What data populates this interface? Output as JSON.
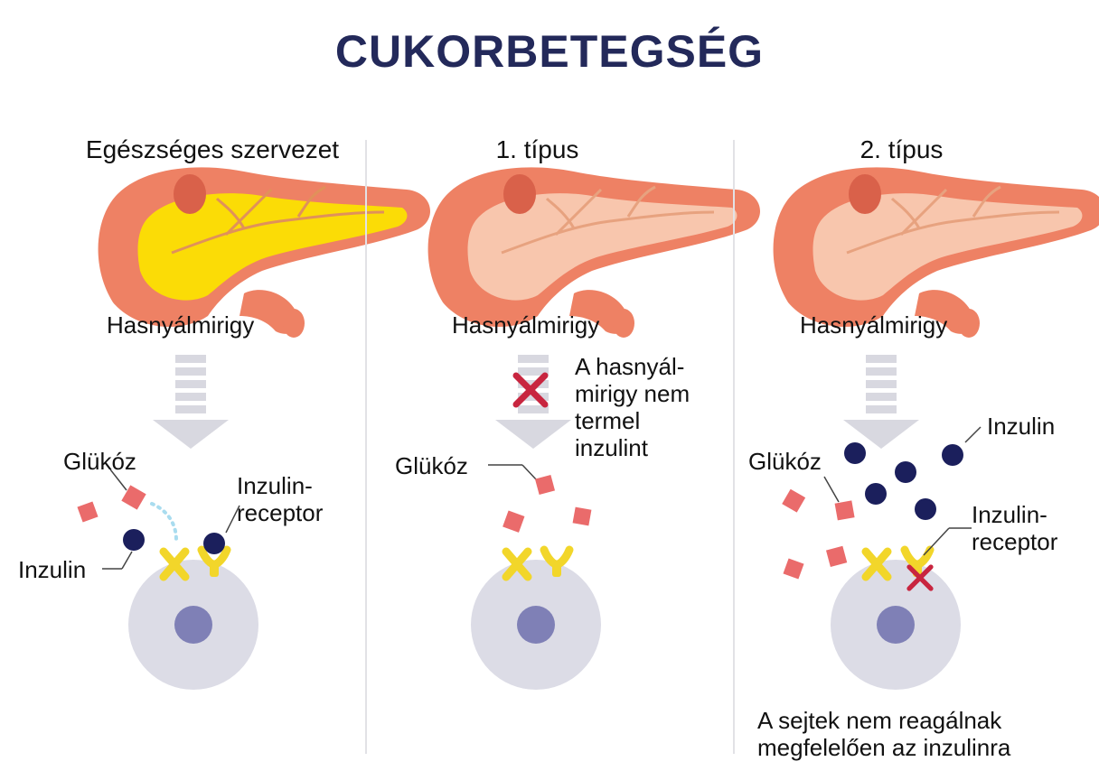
{
  "title": "CUKORBETEGSÉG",
  "colors": {
    "title": "#23295a",
    "pancreas_outer": "#ee8164",
    "pancreas_active": "#fbdc06",
    "pancreas_inactive": "#f8c6ad",
    "glucose": "#ea6b6b",
    "insulin": "#1b1f5c",
    "receptor": "#f2d62a",
    "cell": "#dcdce6",
    "nucleus": "#7f80b6",
    "arrow": "#d8d8e0",
    "cross": "#c8253f"
  },
  "columns": [
    {
      "heading": "Egészséges szervezet",
      "pancreas_label": "Hasnyálmirigy",
      "glucose_label": "Glükóz",
      "insulin_label": "Inzulin",
      "receptor_label": "Inzulin-\nreceptor"
    },
    {
      "heading": "1. típus",
      "pancreas_label": "Hasnyálmirigy",
      "glucose_label": "Glükóz",
      "note": "A hasnyál-\nmirigy nem\ntermel\ninzulint"
    },
    {
      "heading": "2. típus",
      "pancreas_label": "Hasnyálmirigy",
      "glucose_label": "Glükóz",
      "insulin_label": "Inzulin",
      "receptor_label": "Inzulin-\nreceptor",
      "note": "A sejtek nem reagálnak\nmegfelelően az inzulinra"
    }
  ]
}
